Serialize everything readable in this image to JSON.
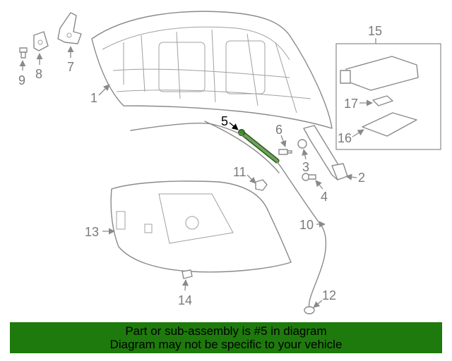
{
  "diagram": {
    "highlight_part": "5",
    "highlight_color": "#3d8a2a",
    "line_color": "#8a8a8a",
    "callouts": {
      "c1": "1",
      "c2": "2",
      "c3": "3",
      "c4": "4",
      "c5": "5",
      "c6": "6",
      "c7": "7",
      "c8": "8",
      "c9": "9",
      "c10": "10",
      "c11": "11",
      "c12": "12",
      "c13": "13",
      "c14": "14",
      "c15": "15",
      "c16": "16",
      "c17": "17"
    }
  },
  "banner": {
    "background": "#1e7a0c",
    "line1": "Part or sub-assembly is #5 in diagram",
    "line2": "Diagram may not be specific to your vehicle"
  }
}
